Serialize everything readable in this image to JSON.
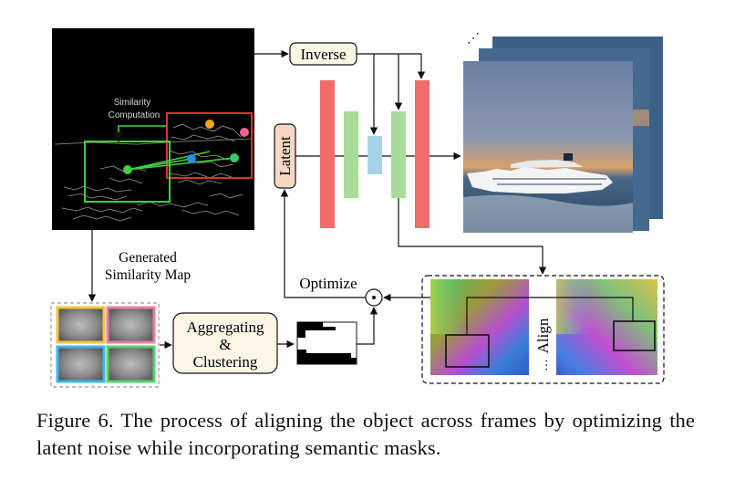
{
  "labels": {
    "similarity_computation_line1": "Similarity",
    "similarity_computation_line2": "Computation",
    "generated_line1": "Generated",
    "generated_line2": "Similarity Map",
    "inverse": "Inverse",
    "latent": "Latent",
    "optimize": "Optimize",
    "aggregating": "Aggregating",
    "ampersand": "&",
    "clustering": "Clustering",
    "align": "Align",
    "dots_top": "⋰",
    "dots_align": "…"
  },
  "caption": "Figure 6.  The process of aligning the object across frames by optimizing the latent noise while incorporating semantic masks.",
  "colors": {
    "red_block": "#f36b6b",
    "green_block": "#a9dc98",
    "blue_block": "#a9d2e8",
    "latent_fill": "#f8d7c4",
    "box_fill": "#fdf6e6",
    "sel_red": "#e03030",
    "sel_green": "#3fcf3f",
    "dot_orange": "#f5a623",
    "dot_pink": "#f06292",
    "dot_blue": "#2d8be0",
    "dot_green": "#3ec46d",
    "map_yellow": "#f2c53d",
    "map_pink": "#f07ba0",
    "map_blue": "#3fb7ea",
    "map_green": "#56d26b"
  }
}
